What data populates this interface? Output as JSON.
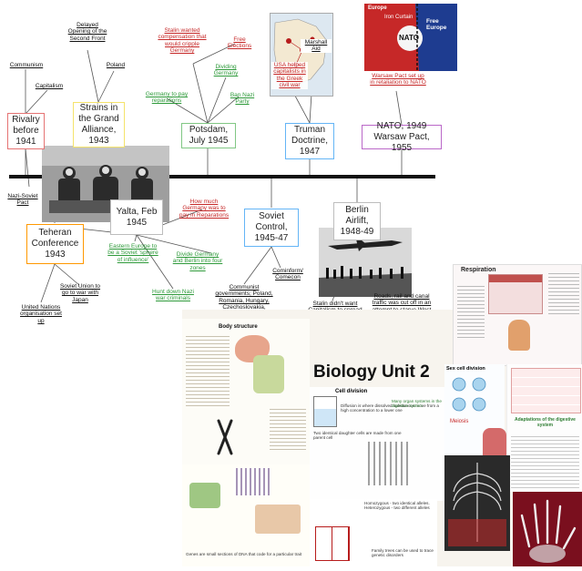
{
  "timeline": {
    "boxes": {
      "rivalry": "Rivalry before 1941",
      "strains": "Strains in the Grand Alliance, 1943",
      "potsdam": "Potsdam, July 1945",
      "truman": "Truman Doctrine, 1947",
      "nato": "NATO, 1949 Warsaw Pact, 1955",
      "yalta": "Yalta, Feb 1945",
      "teheran": "Teheran Conference 1943",
      "soviet_control": "Soviet Control, 1945-47",
      "berlin": "Berlin Airlift, 1948-49"
    },
    "annotations": {
      "communism": "Communism",
      "capitalism": "Capitalism",
      "delayed": "Delayed Opening of the Second Front",
      "poland": "Poland",
      "stalin_comp": "Stalin wanted compensation that would cripple Germany",
      "free_elections": "Free Elections",
      "dividing": "Dividing Germany",
      "germany_pay": "Germany to pay reparations",
      "ban_nazi": "Ban Nazi Party",
      "marshall": "Marshall Aid",
      "usa_helped": "USA helped capitalists in the Greek civil war",
      "warsaw_pact": "Warsaw Pact set up in retaliation to NATO",
      "nazi_soviet": "Nazi-Soviet Pact",
      "how_much": "How much Germany was to pay in Reparations",
      "eastern_europe": "Eastern Europe to be a Soviet 'sphere of influence'",
      "divide_germany": "Divide Germany and Berlin into four zones",
      "hunt_nazi": "Hunt down Nazi war criminals",
      "soviet_union_war": "Soviet Union to go to war with Japan",
      "united_nations": "United Nations organisation set up",
      "cominform": "Cominform/ Comecon",
      "communist_govts": "Communist governments; Poland, Romania, Hungary, Czechoslovakia, Bulgaria, Yugoslavia",
      "stalin_spread": "Stalin didn't want Capitalism to spread",
      "roads_rail": "Roads, rail and canal traffic was cut off in an attempt to starve West Berlin"
    },
    "poster_labels": {
      "europe": "Europe",
      "iron_curtain": "Iron Curtain",
      "free_europe": "Free Europe",
      "nato": "NATO"
    }
  },
  "biology": {
    "title": "Biology Unit 2",
    "respiration": "Respiration",
    "cell_division": "Cell division",
    "body_structure": "Body structure",
    "sex_cell_division": "Sex cell division",
    "meiosis": "Meiosis",
    "adaptations": "Adaptations of the digestive system",
    "notes": [
      "Diffusion is where dissolved substances move from a high concentration to a lower one",
      "Two identical daughter cells are made from one parent cell",
      "Genes are small sections of DNA that code for a particular trait",
      "Homozygous - two identical alleles. Heterozygous - two different alleles",
      "Family trees can be used to trace genetic disorders",
      "Many organ systems in the digestive system"
    ]
  }
}
